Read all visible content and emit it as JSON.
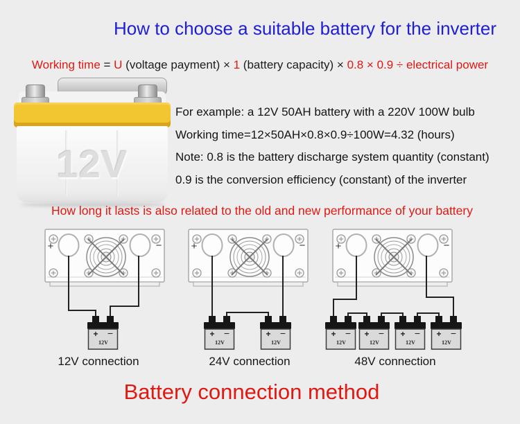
{
  "title": "How to choose a suitable battery for the inverter",
  "formula": {
    "segments": [
      {
        "text": "Working time",
        "color": "red"
      },
      {
        "text": " = ",
        "color": "black"
      },
      {
        "text": "U",
        "color": "red"
      },
      {
        "text": " (voltage payment) × ",
        "color": "black"
      },
      {
        "text": "1",
        "color": "red"
      },
      {
        "text": " (battery capacity) × ",
        "color": "black"
      },
      {
        "text": "0.8 × 0.9 ÷ electrical power",
        "color": "red"
      }
    ]
  },
  "battery_photo": {
    "voltage_label": "12V"
  },
  "example": {
    "lines": [
      "For example: a 12V 50AH battery with a 220V 100W bulb",
      "Working time=12×50AH×0.8×0.9÷100W=4.32 (hours)",
      "Note: 0.8 is the battery discharge system quantity (constant)",
      "0.9 is the conversion efficiency (constant) of the inverter"
    ]
  },
  "note_red": "How long it lasts is also related to the old and new performance of your battery",
  "inverter": {
    "plus": "+",
    "minus": "−"
  },
  "battery_label": {
    "plus": "+",
    "minus": "−",
    "voltage": "12V"
  },
  "diagrams": {
    "captions": [
      "12V connection",
      "24V connection",
      "48V connection"
    ]
  },
  "bottom_title": "Battery connection method",
  "colors": {
    "background": "#ededed",
    "title_blue": "#1e1ed2",
    "accent_red": "#e01812",
    "text_black": "#1c1c1c",
    "battery_yellow": "#f2c630",
    "wire_black": "#222222"
  }
}
